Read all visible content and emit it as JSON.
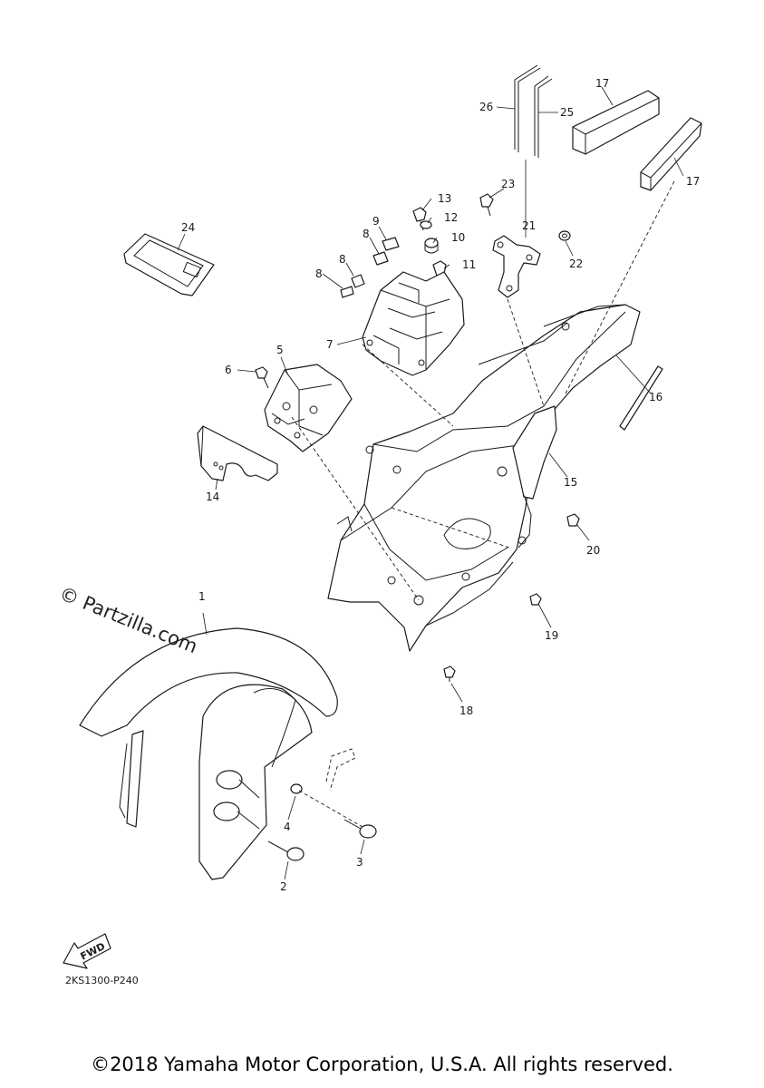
{
  "watermark": "© Partzilla.com",
  "diagram_code": "2KS1300-P240",
  "fwd_label": "FWD",
  "copyright": "©2018 Yamaha Motor Corporation, U.S.A. All rights reserved.",
  "callouts": [
    {
      "id": "1",
      "text": "1"
    },
    {
      "id": "2",
      "text": "2"
    },
    {
      "id": "3",
      "text": "3"
    },
    {
      "id": "4",
      "text": "4"
    },
    {
      "id": "5",
      "text": "5"
    },
    {
      "id": "6",
      "text": "6"
    },
    {
      "id": "7",
      "text": "7"
    },
    {
      "id": "8a",
      "text": "8"
    },
    {
      "id": "8b",
      "text": "8"
    },
    {
      "id": "8c",
      "text": "8"
    },
    {
      "id": "9",
      "text": "9"
    },
    {
      "id": "10",
      "text": "10"
    },
    {
      "id": "11",
      "text": "11"
    },
    {
      "id": "12",
      "text": "12"
    },
    {
      "id": "13",
      "text": "13"
    },
    {
      "id": "14",
      "text": "14"
    },
    {
      "id": "15",
      "text": "15"
    },
    {
      "id": "16",
      "text": "16"
    },
    {
      "id": "17a",
      "text": "17"
    },
    {
      "id": "17b",
      "text": "17"
    },
    {
      "id": "18",
      "text": "18"
    },
    {
      "id": "19",
      "text": "19"
    },
    {
      "id": "20",
      "text": "20"
    },
    {
      "id": "21",
      "text": "21"
    },
    {
      "id": "22",
      "text": "22"
    },
    {
      "id": "23",
      "text": "23"
    },
    {
      "id": "24",
      "text": "24"
    },
    {
      "id": "25",
      "text": "25"
    },
    {
      "id": "26",
      "text": "26"
    }
  ]
}
